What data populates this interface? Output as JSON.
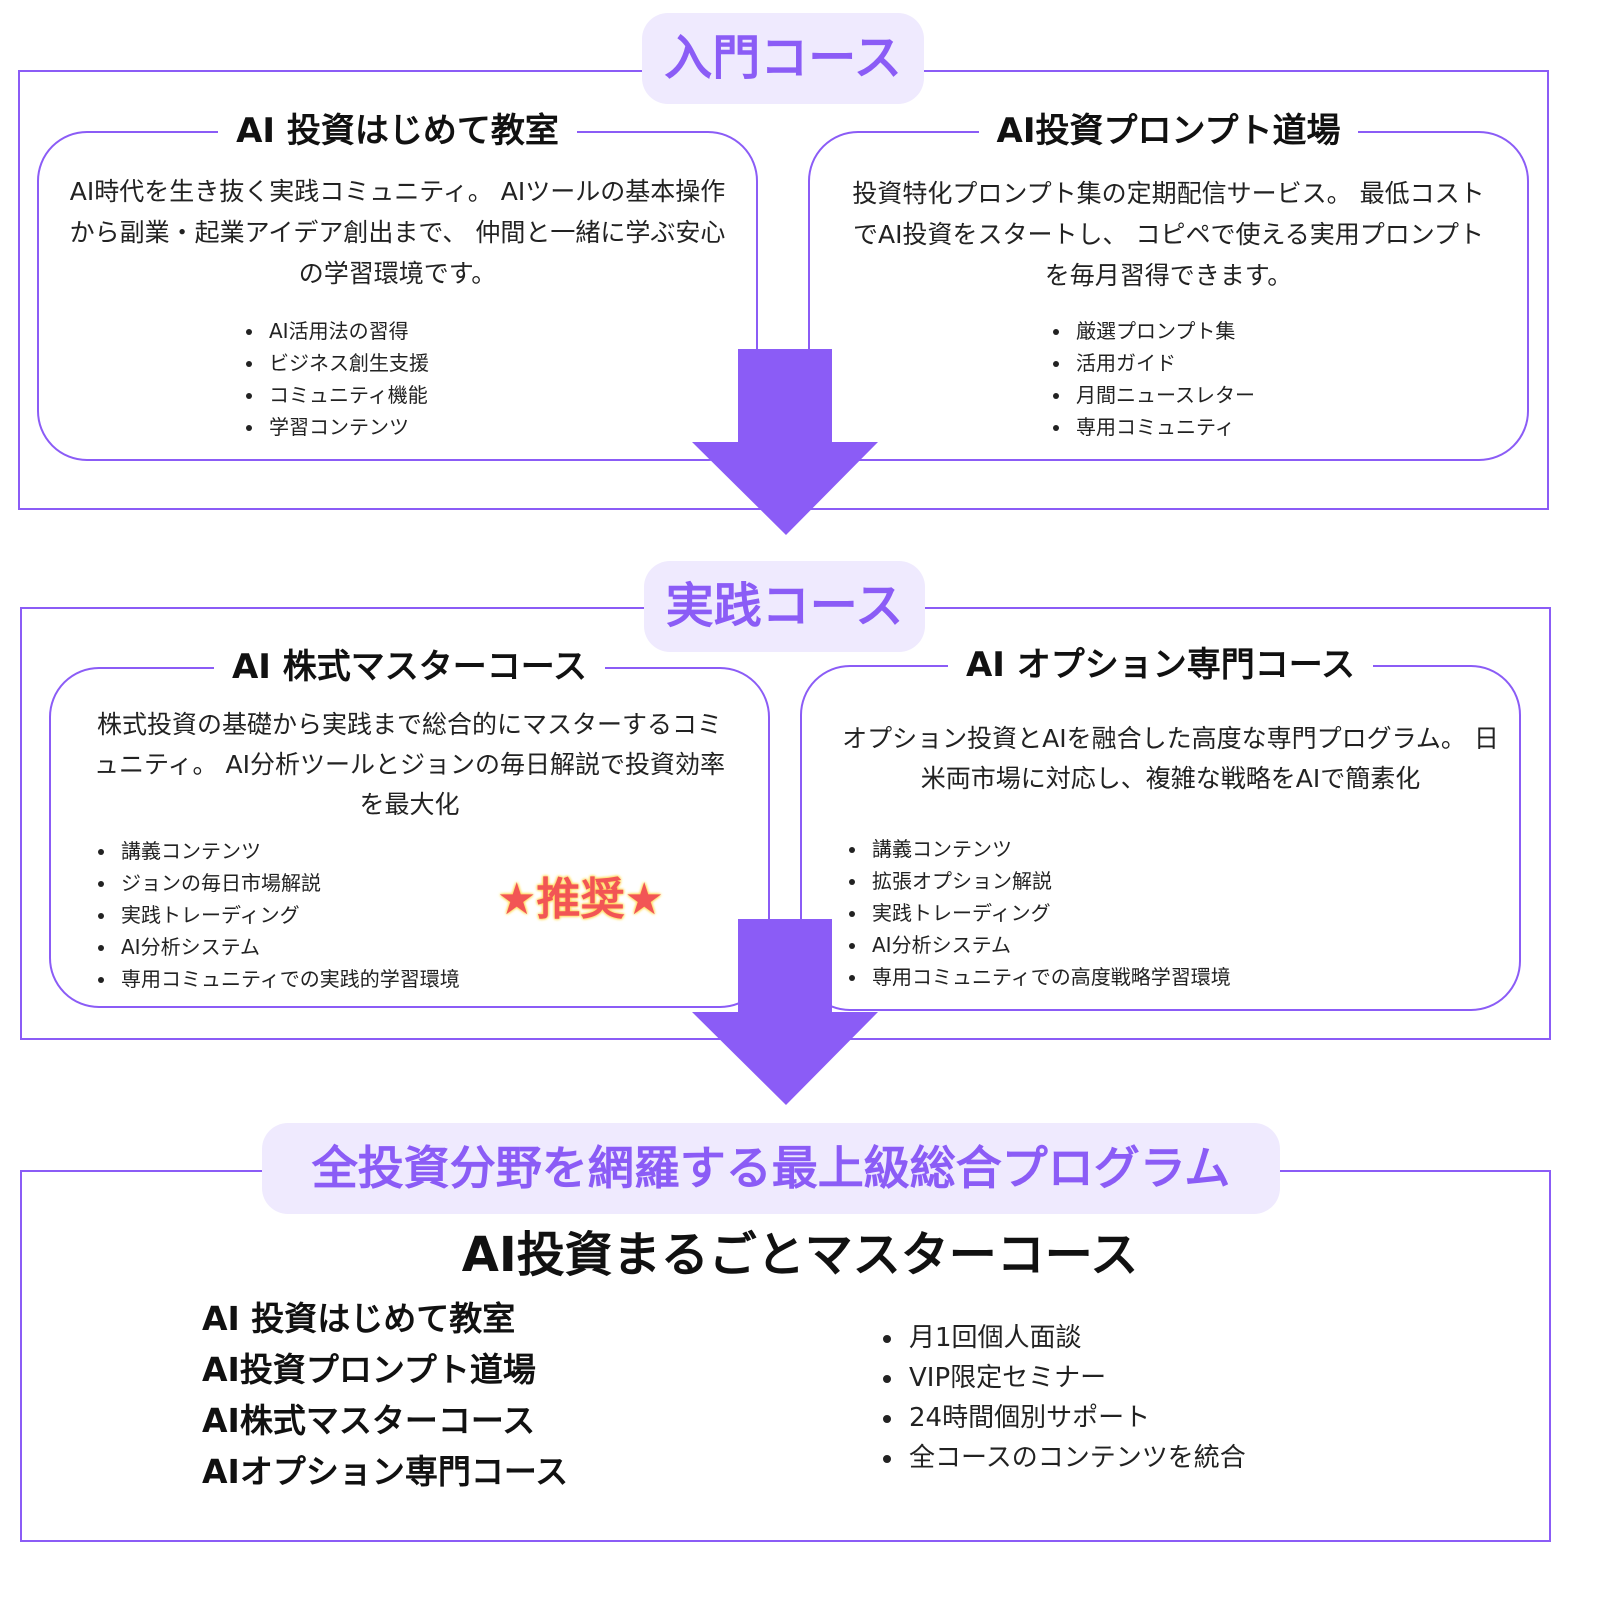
{
  "sections": {
    "intro": {
      "label": "入門コース",
      "cards": [
        {
          "title": "AI 投資はじめて教室",
          "description": "AI時代を生き抜く実践コミュニティ。 AIツールの基本操作から副業・起業アイデア創出まで、 仲間と一緒に学ぶ安心の学習環境です。",
          "features": [
            "AI活用法の習得",
            "ビジネス創生支援",
            "コミュニティ機能",
            "学習コンテンツ"
          ]
        },
        {
          "title": "AI投資プロンプト道場",
          "description": "投資特化プロンプト集の定期配信サービス。 最低コストでAI投資をスタートし、 コピペで使える実用プロンプトを毎月習得できます。",
          "features": [
            "厳選プロンプト集",
            "活用ガイド",
            "月間ニュースレター",
            "専用コミュニティ"
          ]
        }
      ]
    },
    "practice": {
      "label": "実践コース",
      "cards": [
        {
          "title": "AI 株式マスターコース",
          "description": "株式投資の基礎から実践まで総合的にマスターするコミュニティ。 AI分析ツールとジョンの毎日解説で投資効率を最大化",
          "features": [
            "講義コンテンツ",
            "ジョンの毎日市場解説",
            "実践トレーディング",
            "AI分析システム",
            "専用コミュニティでの実践的学習環境"
          ],
          "badge": "★推奨★"
        },
        {
          "title": "AI オプション専門コース",
          "description": "オプション投資とAIを融合した高度な専門プログラム。 日米両市場に対応し、複雑な戦略をAIで簡素化",
          "features": [
            "講義コンテンツ",
            "拡張オプション解説",
            "実践トレーディング",
            "AI分析システム",
            "専用コミュニティでの高度戦略学習環境"
          ]
        }
      ]
    },
    "master": {
      "label": "全投資分野を網羅する最上級総合プログラム",
      "title": "AI投資まるごとマスターコース",
      "included_courses": [
        "AI 投資はじめて教室",
        "AI投資プロンプト道場",
        "AI株式マスターコース",
        "AIオプション専門コース"
      ],
      "features": [
        "月1回個人面談",
        "VIP限定セミナー",
        "24時間個別サポート",
        "全コースのコンテンツを統合"
      ]
    }
  },
  "colors": {
    "accent": "#8b5cf6",
    "label_bg": "#efeafe",
    "badge": "#f25555",
    "badge_outline": "#ffd95a"
  }
}
